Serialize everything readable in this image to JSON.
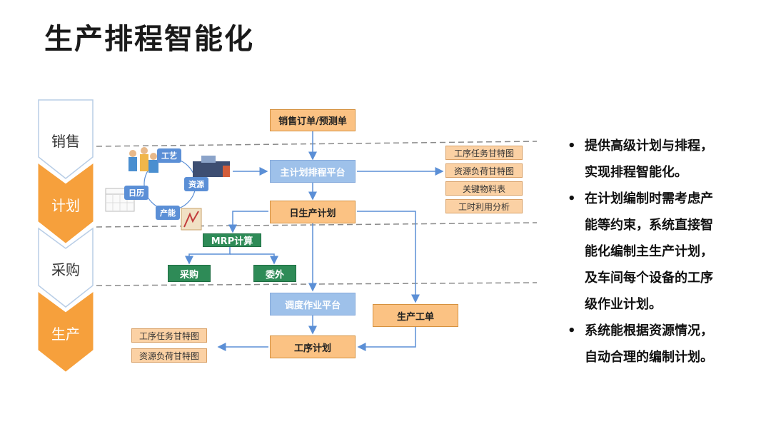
{
  "title": "生产排程智能化",
  "stages": [
    "销售",
    "计划",
    "采购",
    "生产"
  ],
  "flow": {
    "sales_order": "销售订单/预测单",
    "master_plan": "主计划排程平台",
    "daily_plan": "日生产计划",
    "mrp": "MRP计算",
    "purchase": "采购",
    "outsource": "委外",
    "dispatch": "调度作业平台",
    "work_order": "生产工单",
    "process_plan": "工序计划",
    "outputs_top": [
      "工序任务甘特图",
      "资源负荷甘特图",
      "关键物料表",
      "工时利用分析"
    ],
    "outputs_bottom": [
      "工序任务甘特图",
      "资源负荷甘特图"
    ],
    "cycle_tags": {
      "craft": "工艺",
      "resource": "资源",
      "calendar": "日历",
      "capacity": "产能"
    }
  },
  "bullets": [
    "提供高级计划与排程，\n实现排程智能化。",
    "在计划编制时需考虑产\n能等约束，系统直接智\n能化编制主生产计划，\n及车间每个设备的工序\n级作业计划。",
    "系统能根据资源情况，\n自动合理的编制计划。"
  ],
  "colors": {
    "stage_white": "#ffffff",
    "stage_orange": "#f6a03c",
    "box_orange": "#fbc283",
    "box_blue": "#9ec1ea",
    "box_green": "#2e8b57",
    "arrow": "#5b8fd6"
  }
}
